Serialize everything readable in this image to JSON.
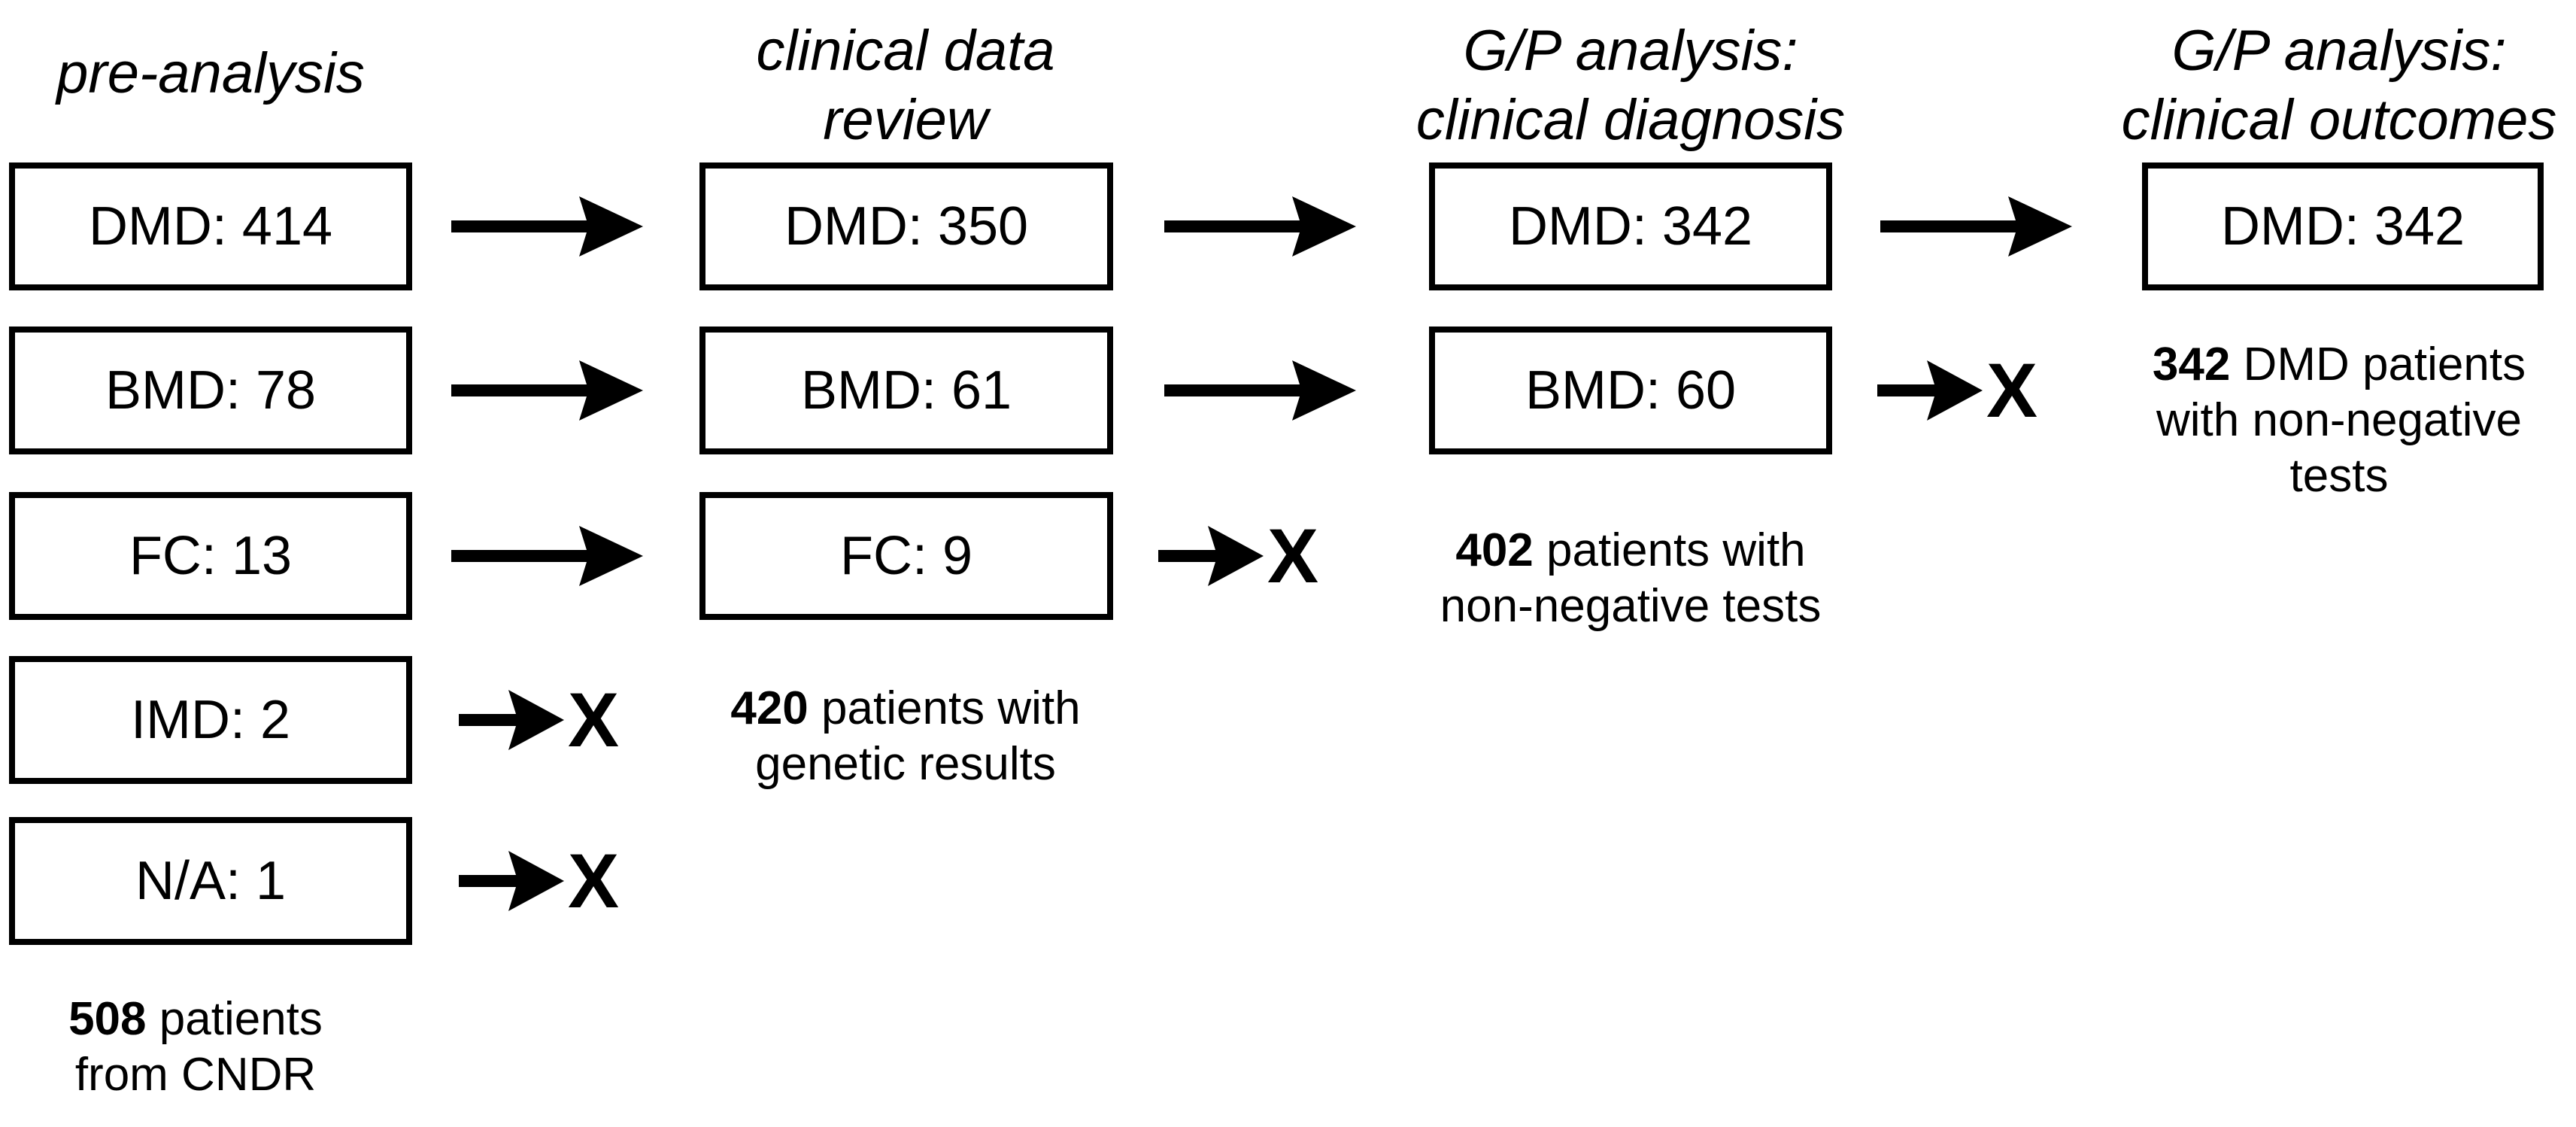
{
  "figure": {
    "background_color": "#ffffff",
    "ink_color": "#000000",
    "reject_symbol": "X",
    "columns": [
      {
        "header_lines": [
          "pre-analysis",
          ""
        ],
        "boxes": [
          "DMD: 414",
          "BMD: 78",
          "FC: 13",
          "IMD: 2",
          "N/A: 1"
        ],
        "annotation": {
          "number": "508",
          "line1_rest": " patients",
          "lines": [
            "from CNDR",
            ""
          ]
        }
      },
      {
        "header_lines": [
          "clinical data",
          "review"
        ],
        "boxes": [
          "DMD: 350",
          "BMD: 61",
          "FC: 9"
        ],
        "annotation": {
          "number": "420",
          "line1_rest": " patients with",
          "lines": [
            "genetic results",
            ""
          ]
        }
      },
      {
        "header_lines": [
          "G/P analysis:",
          "clinical diagnosis"
        ],
        "boxes": [
          "DMD: 342",
          "BMD: 60"
        ],
        "annotation": {
          "number": "402",
          "line1_rest": " patients with",
          "lines": [
            "non-negative tests",
            ""
          ]
        }
      },
      {
        "header_lines": [
          "G/P analysis:",
          "clinical outcomes"
        ],
        "boxes": [
          "DMD: 342"
        ],
        "annotation": {
          "number": "342",
          "line1_rest": " DMD patients",
          "lines": [
            "with non-negative",
            "tests"
          ]
        }
      }
    ]
  }
}
